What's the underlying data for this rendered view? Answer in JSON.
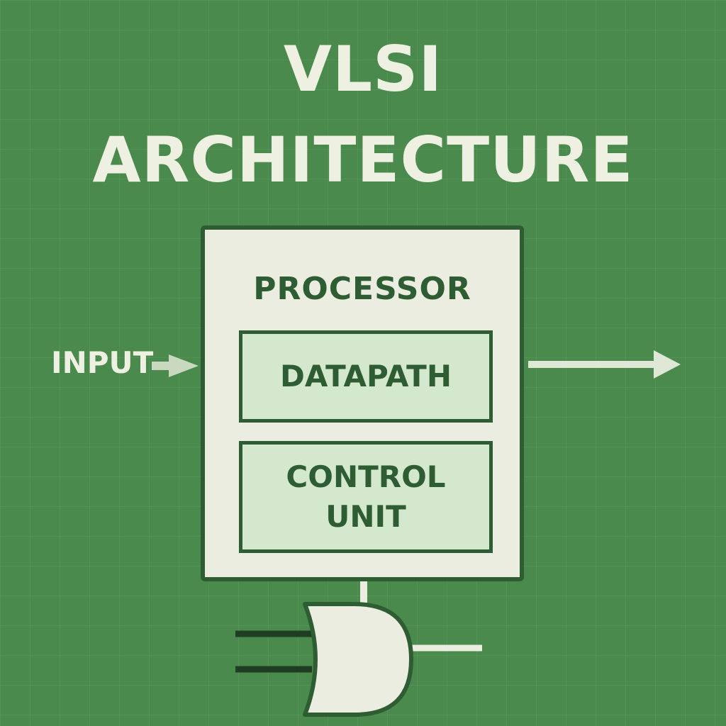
{
  "title": {
    "line1": "VLSI",
    "line2": "ARCHITECTURE"
  },
  "processor": {
    "label": "PROCESSOR",
    "datapath_label": "DATAPATH",
    "control_unit_line1": "CONTROL",
    "control_unit_line2": "UNIT"
  },
  "io": {
    "input_label": "INPUT"
  },
  "colors": {
    "background": "#4a8a4c",
    "block_fill": "#eaeddf",
    "sub_block_fill": "#d4e8cd",
    "outline": "#2f5d33",
    "text_light": "#eef0e2"
  },
  "icons": [
    "input-arrow-icon",
    "output-arrow-icon",
    "and-gate-icon"
  ]
}
